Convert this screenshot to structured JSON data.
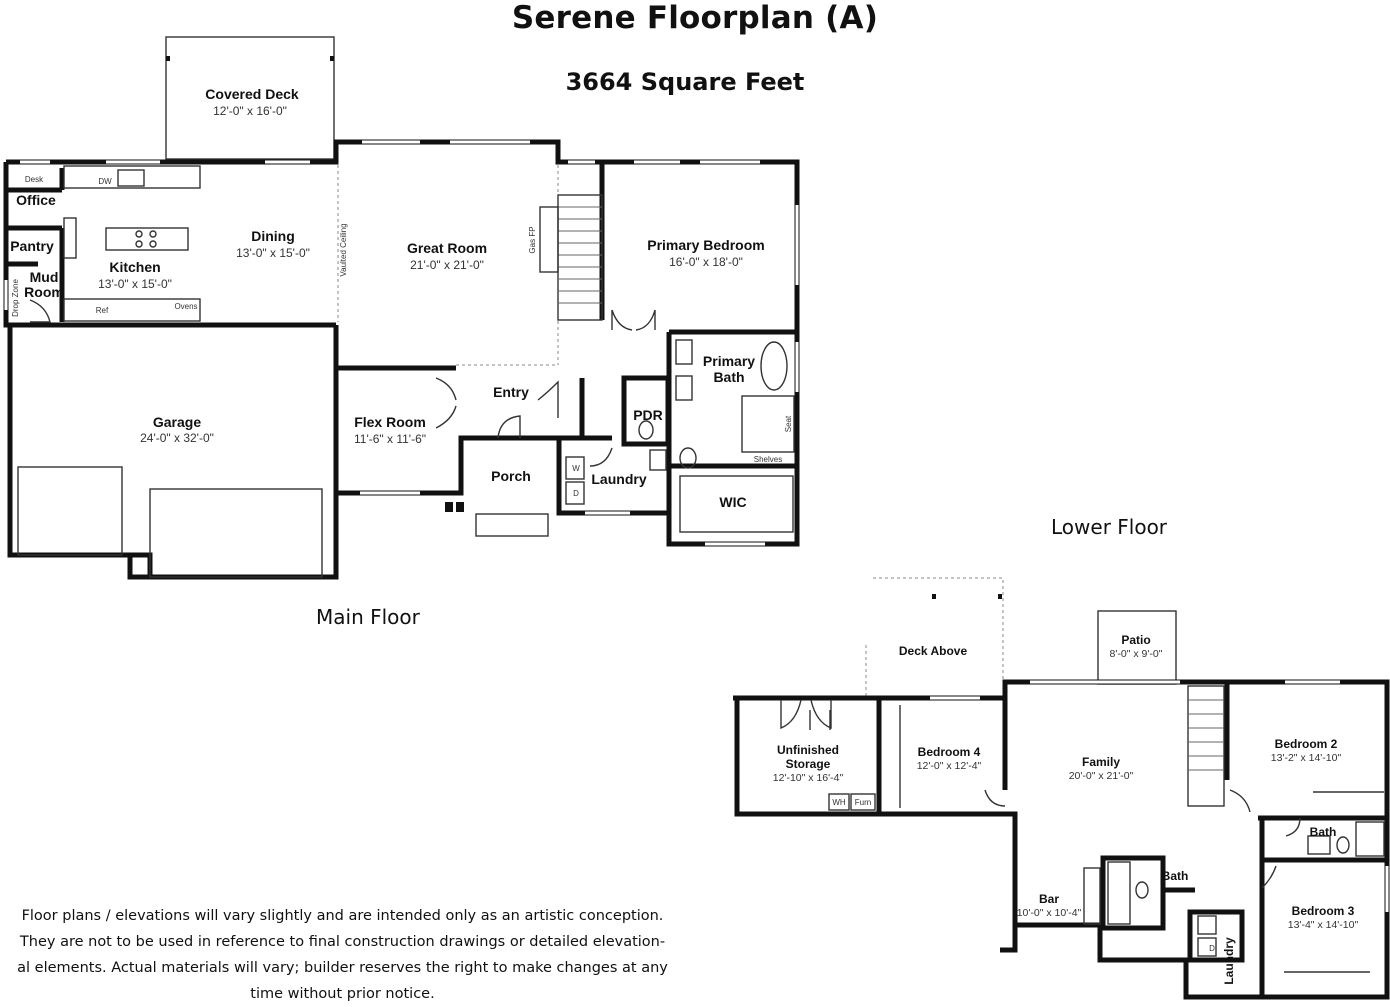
{
  "title": "Serene Floorplan (A)",
  "subtitle": "3664 Square Feet",
  "main_floor": {
    "label": "Main Floor",
    "rooms": [
      {
        "id": "covered-deck",
        "name": "Covered Deck",
        "dims": "12'-0\" x 16'-0\""
      },
      {
        "id": "office",
        "name": "Office",
        "dims": ""
      },
      {
        "id": "pantry",
        "name": "Pantry",
        "dims": ""
      },
      {
        "id": "mud-room",
        "name": "Mud Room",
        "dims": ""
      },
      {
        "id": "kitchen",
        "name": "Kitchen",
        "dims": "13'-0\" x 15'-0\""
      },
      {
        "id": "dining",
        "name": "Dining",
        "dims": "13'-0\" x 15'-0\""
      },
      {
        "id": "great-room",
        "name": "Great Room",
        "dims": "21'-0\" x 21'-0\""
      },
      {
        "id": "primary-bedroom",
        "name": "Primary Bedroom",
        "dims": "16'-0\" x 18'-0\""
      },
      {
        "id": "primary-bath",
        "name": "Primary Bath",
        "dims": ""
      },
      {
        "id": "garage",
        "name": "Garage",
        "dims": "24'-0\" x 32'-0\""
      },
      {
        "id": "flex-room",
        "name": "Flex Room",
        "dims": "11'-6\" x 11'-6\""
      },
      {
        "id": "entry",
        "name": "Entry",
        "dims": ""
      },
      {
        "id": "porch",
        "name": "Porch",
        "dims": ""
      },
      {
        "id": "pdr",
        "name": "PDR",
        "dims": ""
      },
      {
        "id": "laundry",
        "name": "Laundry",
        "dims": ""
      },
      {
        "id": "wic",
        "name": "WIC",
        "dims": ""
      }
    ],
    "fixtures": {
      "desk": "Desk",
      "dw": "DW",
      "ref": "Ref",
      "ovens": "Ovens",
      "drop_zone": "Drop Zone",
      "vaulted_ceiling": "Vaulted Ceiling",
      "gas_fp": "Gas FP",
      "washer": "W",
      "dryer": "D",
      "seat": "Seat",
      "shelves": "Shelves"
    }
  },
  "lower_floor": {
    "label": "Lower Floor",
    "rooms": [
      {
        "id": "deck-above",
        "name": "Deck Above",
        "dims": ""
      },
      {
        "id": "patio",
        "name": "Patio",
        "dims": "8'-0\" x 9'-0\""
      },
      {
        "id": "unfinished-storage",
        "name": "Unfinished Storage",
        "dims": "12'-10\" x 16'-4\""
      },
      {
        "id": "bedroom-4",
        "name": "Bedroom 4",
        "dims": "12'-0\" x 12'-4\""
      },
      {
        "id": "family",
        "name": "Family",
        "dims": "20'-0\" x 21'-0\""
      },
      {
        "id": "bedroom-2",
        "name": "Bedroom 2",
        "dims": "13'-2\" x 14'-10\""
      },
      {
        "id": "bath-lower-right",
        "name": "Bath",
        "dims": ""
      },
      {
        "id": "bath-lower-center",
        "name": "Bath",
        "dims": ""
      },
      {
        "id": "bar",
        "name": "Bar",
        "dims": "10'-0\" x 10'-4\""
      },
      {
        "id": "laundry-lower",
        "name": "Laundry",
        "dims": ""
      },
      {
        "id": "bedroom-3",
        "name": "Bedroom 3",
        "dims": "13'-4\" x 14'-10\""
      }
    ],
    "fixtures": {
      "wh": "WH",
      "furn": "Furn",
      "dryer": "D"
    }
  },
  "disclaimer": [
    "Floor plans / elevations will vary slightly and are intended only as an artistic conception.",
    "They are not to be used in reference to final construction drawings or detailed elevation-",
    "al elements. Actual materials will vary; builder reserves the right to make changes at any",
    "time without prior notice."
  ]
}
